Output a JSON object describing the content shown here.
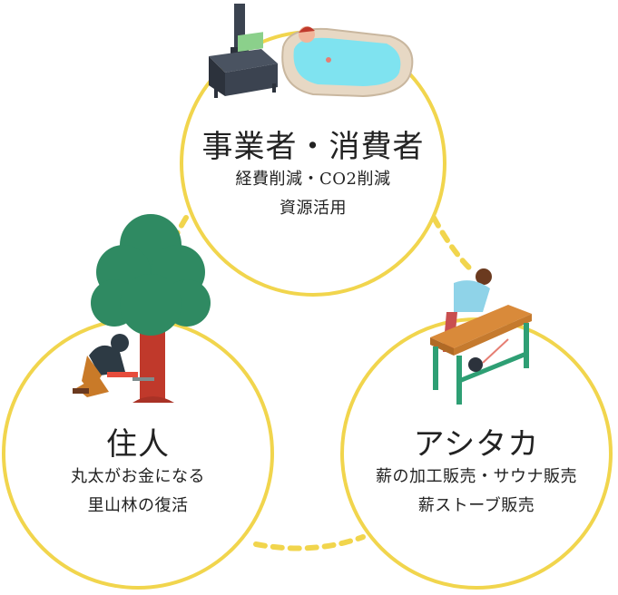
{
  "nodes": {
    "business": {
      "title": "事業者・消費者",
      "lines": [
        "経費削減・CO2削減",
        "資源活用"
      ]
    },
    "residents": {
      "title": "住人",
      "lines": [
        "丸太がお金になる",
        "里山林の復活"
      ]
    },
    "ashitaka": {
      "title": "アシタカ",
      "lines": [
        "薪の加工販売・サウナ販売",
        "薪ストーブ販売"
      ]
    }
  },
  "colors": {
    "circle_stroke": "#f1d54d",
    "connector": "#f1d54d",
    "tree_green": "#2f8a62",
    "trunk": "#c0392b",
    "stove": "#3b4350",
    "bath_water": "#7fe3f0",
    "table_green": "#2e9f74",
    "shirt": "#8fd3e8"
  },
  "icons": [
    "wood-stove-icon",
    "hot-bath-icon",
    "tree-icon",
    "lumberjack-icon",
    "woodworker-icon"
  ]
}
